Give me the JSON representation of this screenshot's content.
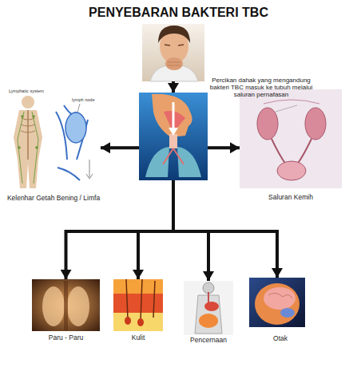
{
  "diagram": {
    "title": "PENYEBARAN BAKTERI TBC",
    "nodes": [
      {
        "text": [
          "Percikan dahak yang mengandung bakteri TBC masuk ke tubuh melalui saluran pernafasan"
        ]
      },
      {
        "text": []
      },
      {
        "text": [
          "Kelenhar Getah Bening / Limfa"
        ]
      },
      {
        "text": [
          "Saluran Kemih"
        ]
      },
      {
        "text": [
          "Paru - Paru"
        ]
      },
      {
        "text": [
          "Kulit"
        ]
      },
      {
        "text": [
          "Pencernaan"
        ]
      },
      {
        "text": [
          "Otak"
        ]
      }
    ],
    "edges": [
      {
        "from": 0,
        "to": 1,
        "arrow": "to"
      },
      {
        "from": 1,
        "to": 2,
        "arrow": "to"
      },
      {
        "from": 1,
        "to": 3,
        "arrow": "to"
      },
      {
        "from": 1,
        "to": 4,
        "arrow": "to"
      },
      {
        "from": 1,
        "to": 5,
        "arrow": "to"
      },
      {
        "from": 1,
        "to": 6,
        "arrow": "to"
      },
      {
        "from": 1,
        "to": 7,
        "arrow": "to"
      }
    ],
    "labels": [
      "Lymphatic system",
      "lymph node"
    ]
  }
}
